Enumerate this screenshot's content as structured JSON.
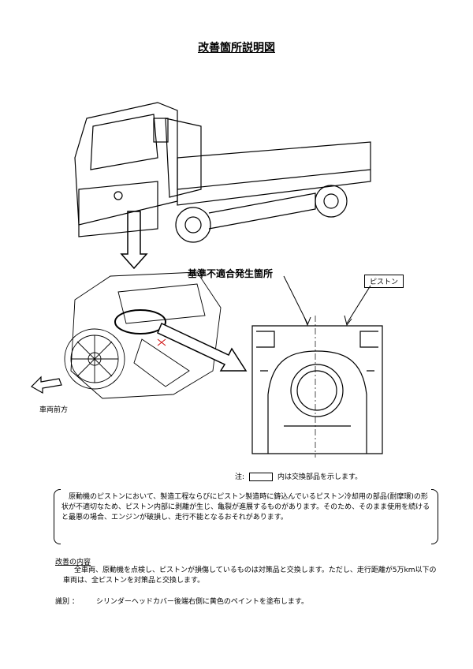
{
  "title": "改善箇所説明図",
  "labels": {
    "site": "基準不適合発生箇所",
    "piston": "ピストン",
    "front": "車両前方"
  },
  "note": {
    "prefix": "注:",
    "suffix": "内は交換部品を示します。"
  },
  "description": "原動機のピストンにおいて、製造工程ならびにピストン製造時に鋳込んでいるピストン冷却用の部品(耐摩環)の形状が不適切なため、ピストン内部に剥離が生じ、亀裂が進展するものがあります。そのため、そのまま使用を続けると最悪の場合、エンジンが破損し、走行不能となるおそれがあります。",
  "fix": {
    "heading": "改善の内容",
    "body": "全車両、原動機を点検し、ピストンが損傷しているものは対策品と交換します。ただし、走行距離が5万km以下の車両は、全ピストンを対策品と交換します。"
  },
  "identification": {
    "label": "識別 ：",
    "text": "シリンダーヘッドカバー後端右側に黄色のペイントを塗布します。"
  }
}
